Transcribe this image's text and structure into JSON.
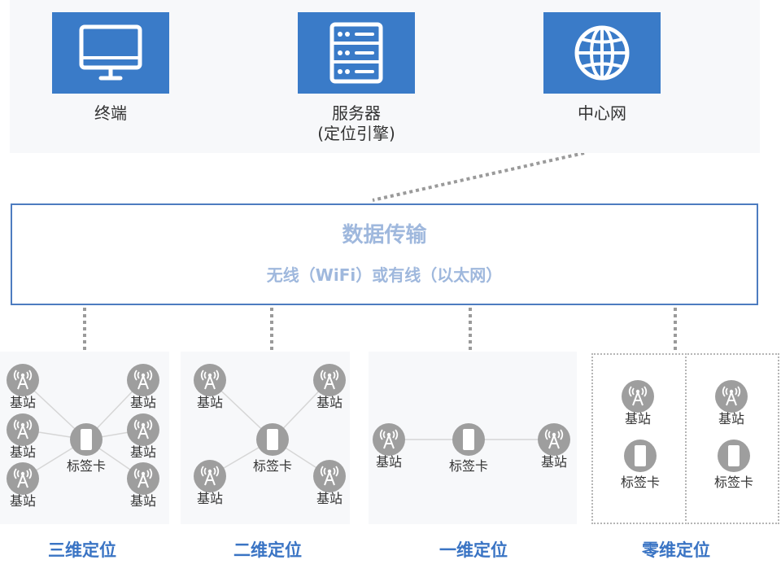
{
  "top": {
    "terminal_label": "终端",
    "server_label_line1": "服务器",
    "server_label_line2": "(定位引擎)",
    "network_label": "中心网"
  },
  "transport": {
    "title": "数据传输",
    "subtitle": "无线（WiFi）或有线（以太网）"
  },
  "labels": {
    "base_station": "基站",
    "tag_card": "标签卡"
  },
  "groups": [
    {
      "title": "三维定位"
    },
    {
      "title": "二维定位"
    },
    {
      "title": "一维定位"
    },
    {
      "title": "零维定位"
    }
  ],
  "colors": {
    "tile_blue": "#3a7bc8",
    "title_blue": "#3a74c4",
    "transport_text": "#9fb8dd",
    "node_gray": "#9e9e9e"
  }
}
